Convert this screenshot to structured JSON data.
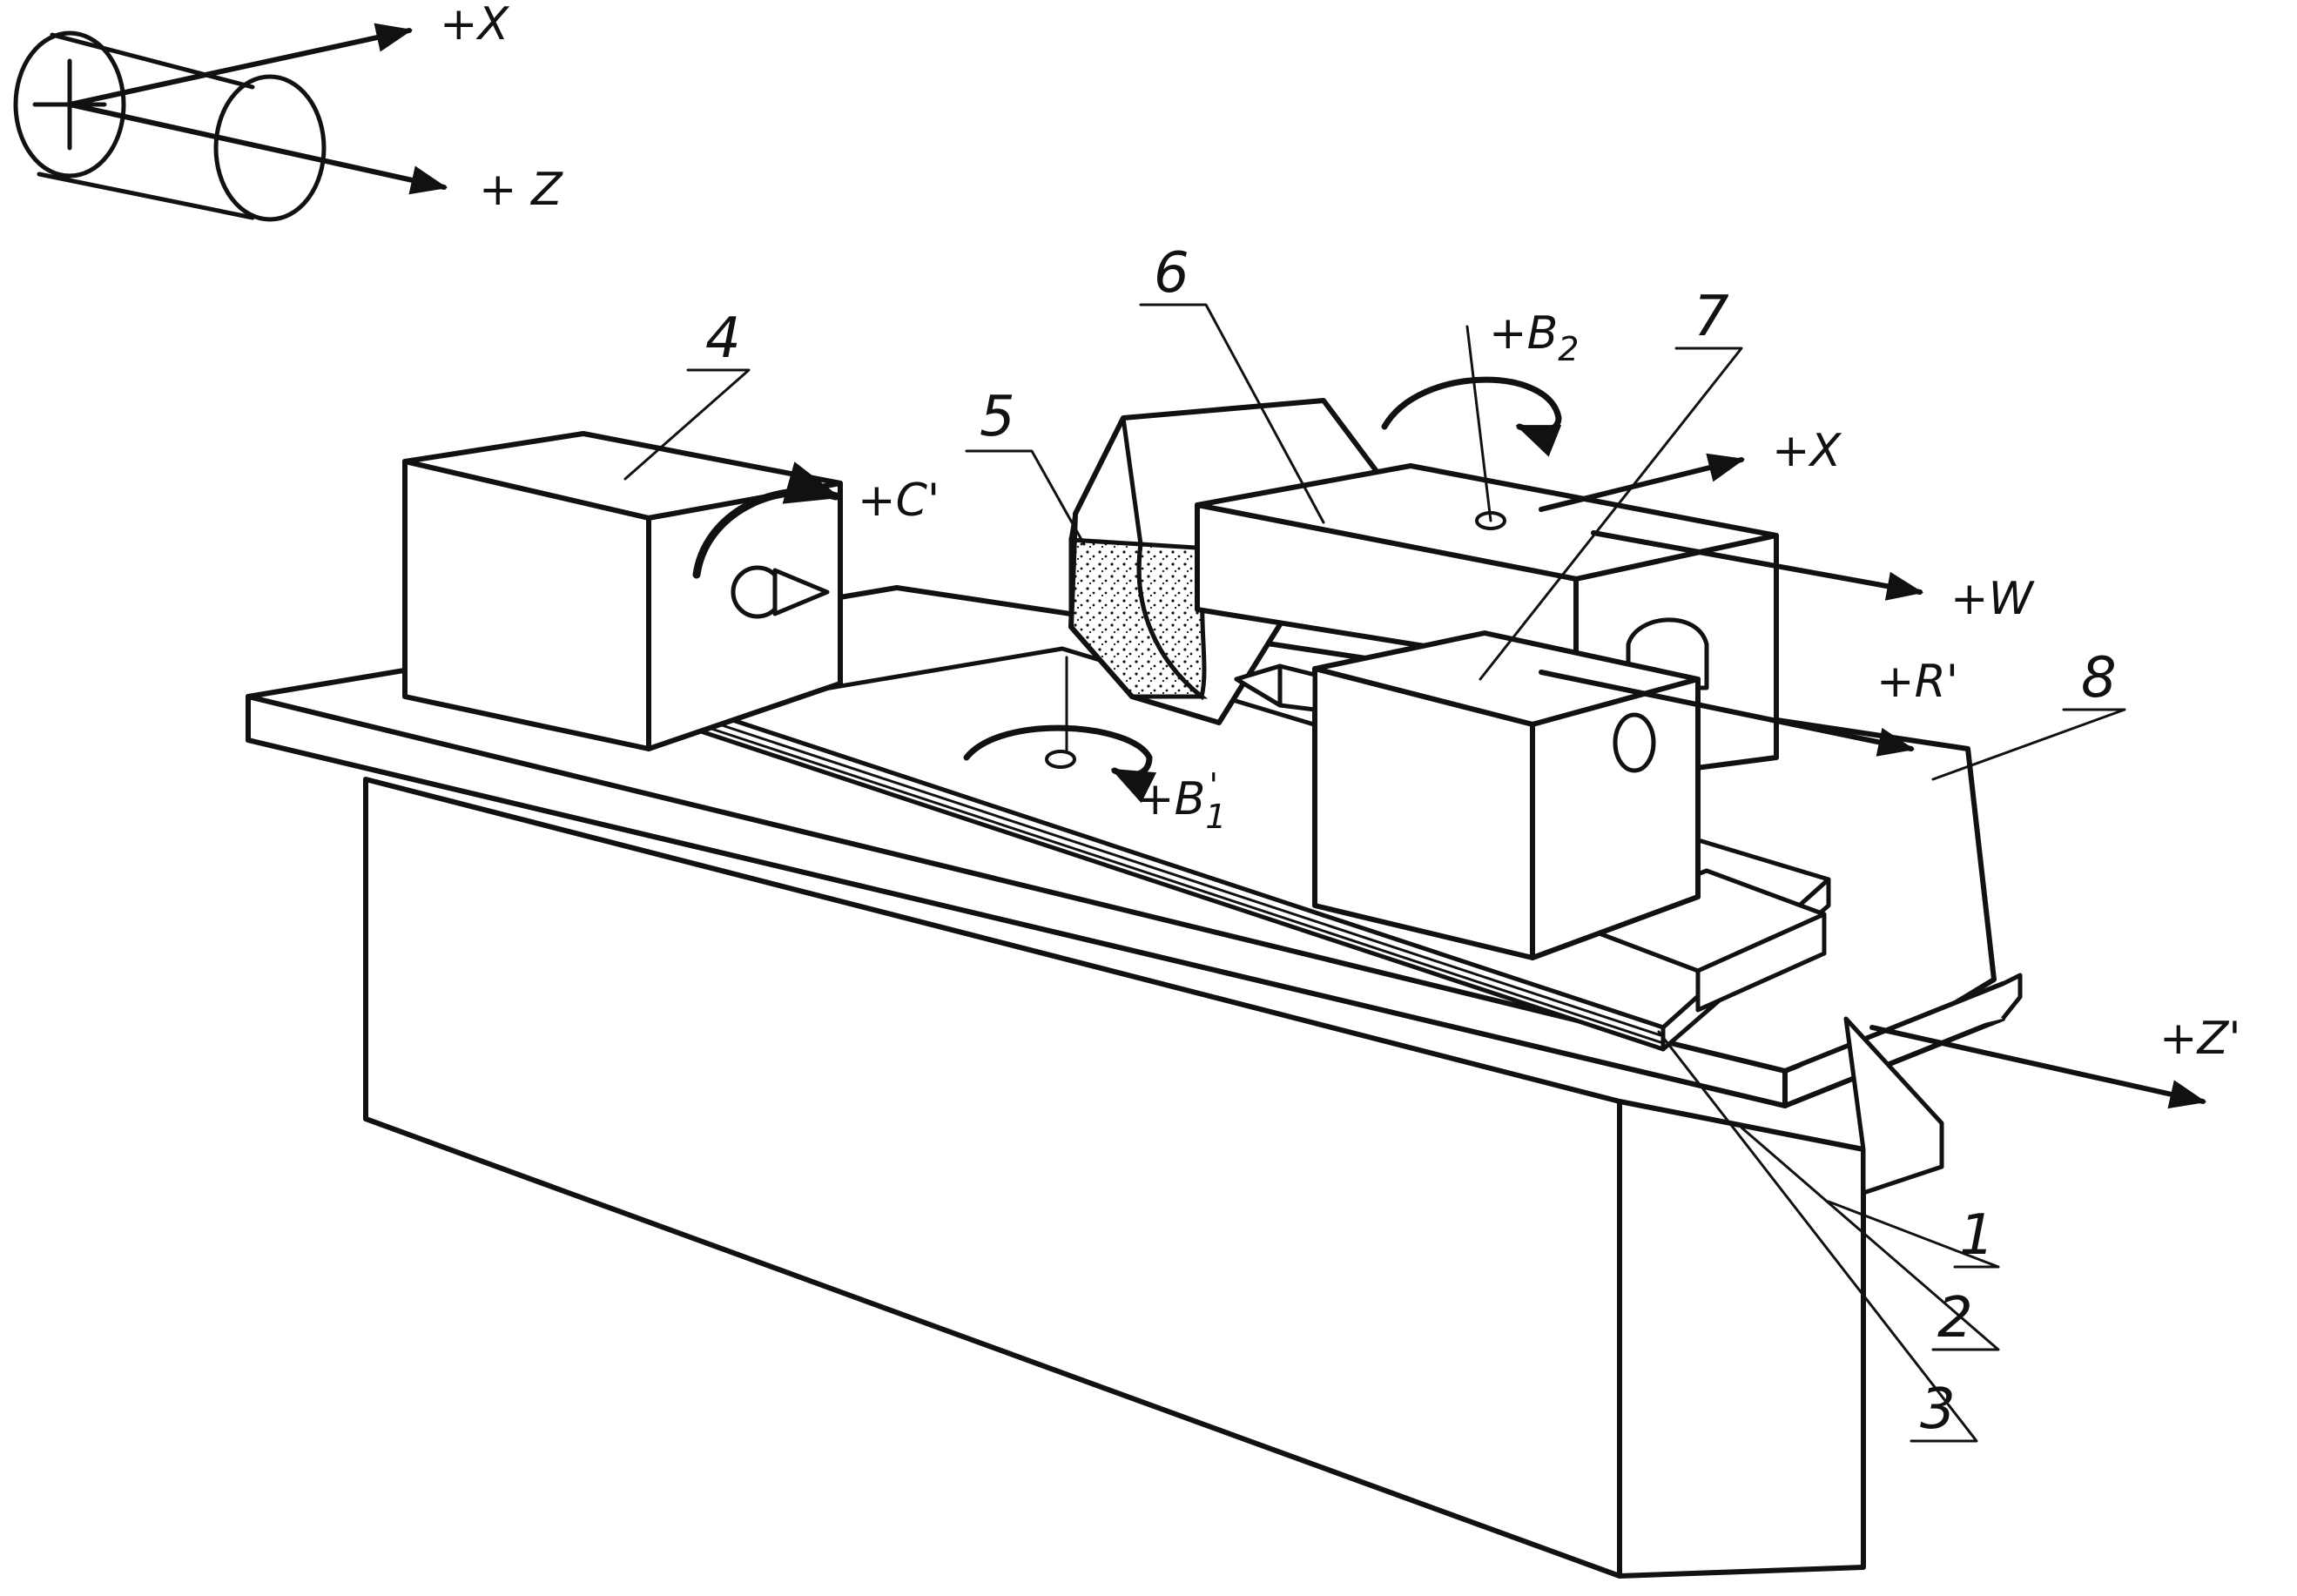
{
  "figure": {
    "coord_labels": {
      "x": "+X",
      "z": "+ Z"
    },
    "part_labels": {
      "p1": "1",
      "p2": "2",
      "p3": "3",
      "p4": "4",
      "p5": "5",
      "p6": "6",
      "p7": "7",
      "p8": "8"
    },
    "motion_labels": {
      "c": "+C'",
      "b1": "+B",
      "b1_sub": "1",
      "b1_sup": "'",
      "b2": "+B",
      "b2_sub": "2",
      "x": "+X",
      "w": "+W",
      "r": "+R'",
      "z": "+Z'"
    }
  }
}
